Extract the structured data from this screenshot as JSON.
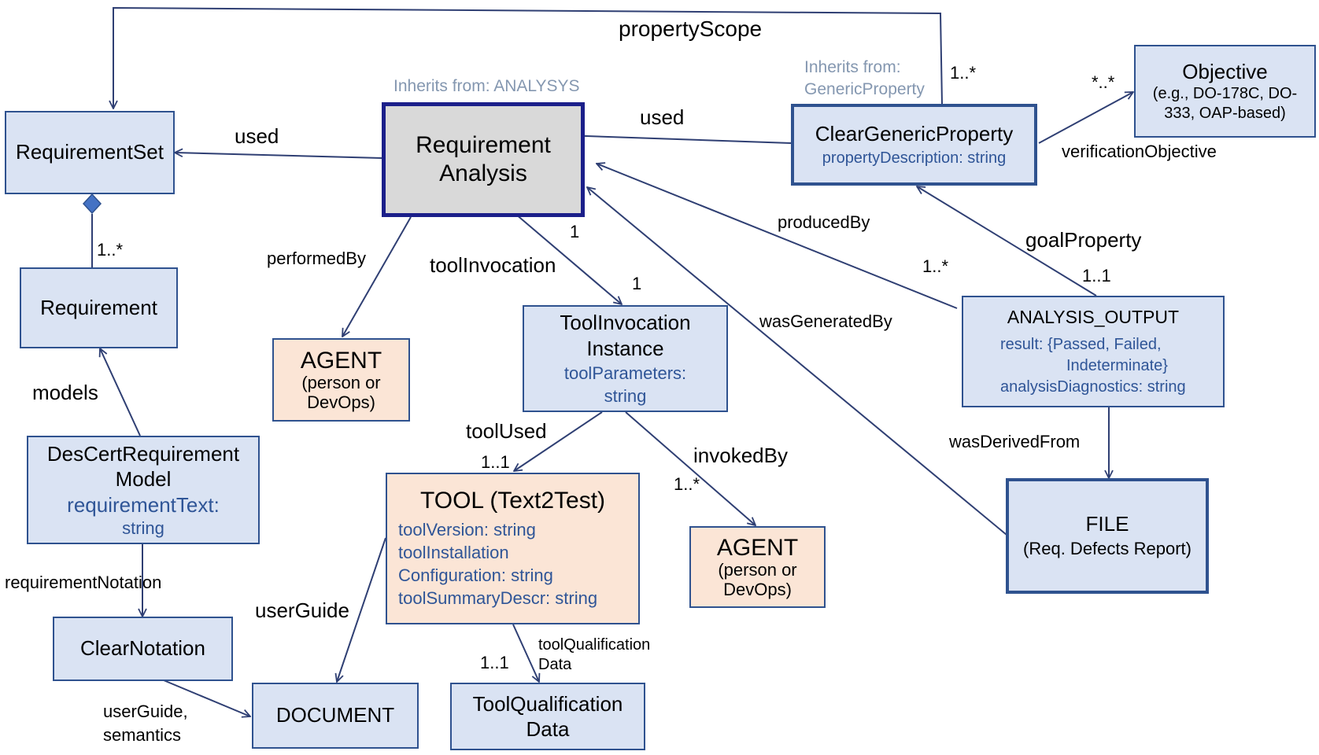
{
  "colors": {
    "box_blue": "#dae3f3",
    "box_peach": "#fbe5d6",
    "box_grey": "#d9d9d9",
    "border": "#2f528f",
    "attribute_text": "#2f5597",
    "inherits_text": "#8497b0"
  },
  "nodes": {
    "requirement_set": {
      "title": "RequirementSet"
    },
    "requirement": {
      "title": "Requirement"
    },
    "descert_model": {
      "title_line1": "DesCertRequirement",
      "title_line2": "Model",
      "attr_line1": "requirementText:",
      "attr_line2": "string"
    },
    "clear_notation": {
      "title": "ClearNotation"
    },
    "document": {
      "title": "DOCUMENT"
    },
    "requirement_analysis": {
      "title_line1": "Requirement",
      "title_line2": "Analysis",
      "inherits": "Inherits from: ANALYSYS"
    },
    "agent_1": {
      "title": "AGENT",
      "sub_line1": "(person or",
      "sub_line2": "DevOps)"
    },
    "tool_invocation_instance": {
      "title_line1": "ToolInvocation",
      "title_line2": "Instance",
      "attr_line1": "toolParameters:",
      "attr_line2": "string"
    },
    "tool": {
      "title": "TOOL (Text2Test)",
      "attrs": [
        "toolVersion: string",
        "toolInstallation",
        "Configuration: string",
        "toolSummaryDescr: string"
      ]
    },
    "agent_2": {
      "title": "AGENT",
      "sub_line1": "(person or",
      "sub_line2": "DevOps)"
    },
    "tool_qualification_data": {
      "title_line1": "ToolQualification",
      "title_line2": "Data"
    },
    "clear_generic_property": {
      "title": "ClearGenericProperty",
      "attr": "propertyDescription: string",
      "inherits_line1": "Inherits from:",
      "inherits_line2": "GenericProperty"
    },
    "objective": {
      "title": "Objective",
      "sub_line1": "(e.g., DO-178C, DO-",
      "sub_line2": "333,  OAP-based)"
    },
    "analysis_output": {
      "title": "ANALYSIS_OUTPUT",
      "attr_line1": "result: {Passed, Failed,",
      "attr_line2": "Indeterminate}",
      "attr_line3": "analysisDiagnostics: string"
    },
    "file": {
      "title": "FILE",
      "sub": "(Req. Defects Report)"
    }
  },
  "edges": {
    "property_scope": "propertyScope",
    "property_scope_mult": "1..*",
    "used_left": "used",
    "used_right": "used",
    "composition_mult": "1..*",
    "models": "models",
    "requirement_notation": "requirementNotation",
    "user_guide_semantics_line1": "userGuide,",
    "user_guide_semantics_line2": "semantics",
    "performed_by": "performedBy",
    "tool_invocation": "toolInvocation",
    "tool_invocation_mult_src": "1",
    "tool_invocation_mult_dst": "1",
    "tool_used": "toolUsed",
    "tool_used_mult": "1..1",
    "invoked_by": "invokedBy",
    "invoked_by_mult": "1..*",
    "user_guide": "userGuide",
    "tool_qualification_line1": "toolQualification",
    "tool_qualification_line2": "Data",
    "tool_qualification_mult": "1..1",
    "produced_by": "producedBy",
    "produced_by_mult": "1..*",
    "was_generated_by": "wasGeneratedBy",
    "goal_property": "goalProperty",
    "goal_property_mult": "1..1",
    "verification_objective": "verificationObjective",
    "verification_objective_mult": "*..*",
    "was_derived_from": "wasDerivedFrom"
  }
}
